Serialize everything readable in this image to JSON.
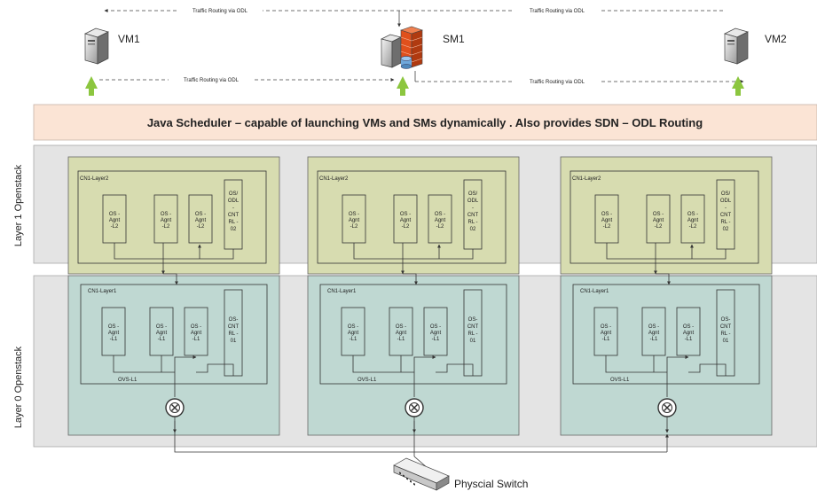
{
  "top": {
    "vm1_label": "VM1",
    "sm1_label": "SM1",
    "vm2_label": "VM2",
    "routing_label": "Traffic Routing via ODL"
  },
  "scheduler": {
    "text": "Java Scheduler – capable of launching VMs and SMs dynamically . Also  provides SDN – ODL Routing"
  },
  "layers": {
    "layer1": "Layer 1 Openstack",
    "layer0": "Layer 0 Openstack"
  },
  "compute_nodes": [
    {
      "l2_title": "CN1-Layer2",
      "l2_agents": [
        "OS -\nAgnt\n-L2",
        "OS -\nAgnt\n-L2",
        "OS -\nAgnt\n-L2"
      ],
      "l2_controller": "OS/\nODL\n-\nCNT\nRL -\n02",
      "l1_title": "CN1-Layer1",
      "l1_agents": [
        "OS -\nAgnt\n-L1",
        "OS -\nAgnt\n-L1",
        "OS -\nAgnt\n-L1"
      ],
      "l1_controller": "OS-\nCNT\nRL -\n01",
      "ovs": "OVS-L1"
    },
    {
      "l2_title": "CN1-Layer2",
      "l2_agents": [
        "OS -\nAgnt\n-L2",
        "OS -\nAgnt\n-L2",
        "OS -\nAgnt\n-L2"
      ],
      "l2_controller": "OS/\nODL\n-\nCNT\nRL -\n02",
      "l1_title": "CN1-Layer1",
      "l1_agents": [
        "OS -\nAgnt\n-L1",
        "OS -\nAgnt\n-L1",
        "OS -\nAgnt\n-L1"
      ],
      "l1_controller": "OS-\nCNT\nRL -\n01",
      "ovs": "OVS-L1"
    },
    {
      "l2_title": "CN1-Layer2",
      "l2_agents": [
        "OS -\nAgnt\n-L2",
        "OS -\nAgnt\n-L2",
        "OS -\nAgnt\n-L2"
      ],
      "l2_controller": "OS/\nODL\n-\nCNT\nRL -\n02",
      "l1_title": "CN1-Layer1",
      "l1_agents": [
        "OS -\nAgnt\n-L1",
        "OS -\nAgnt\n-L1",
        "OS -\nAgnt\n-L1"
      ],
      "l1_controller": "OS-\nCNT\nRL -\n01",
      "ovs": "OVS-L1"
    }
  ],
  "switch": {
    "label": "Physcial Switch"
  },
  "colors": {
    "scheduler_bg": "#fbe4d5",
    "layer_band": "#e4e4e4",
    "layer1_box": "#d7dcb0",
    "layer0_box": "#bfd8d2",
    "up_arrow": "#8cc63f",
    "firewall": "#e0501c"
  }
}
